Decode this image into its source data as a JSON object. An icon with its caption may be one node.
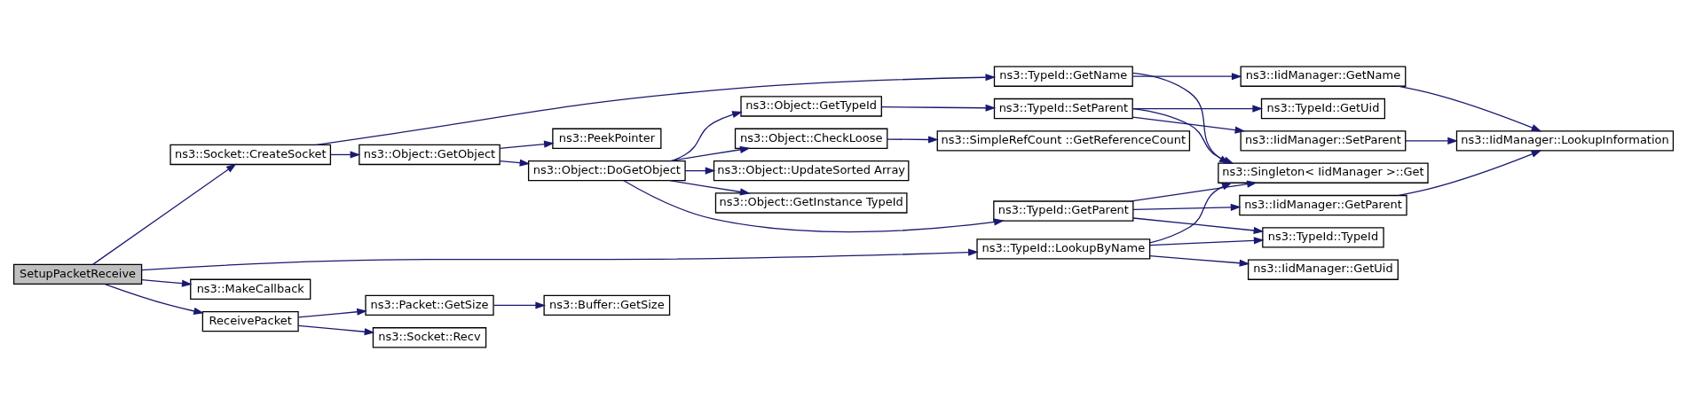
{
  "diagram": {
    "nodes": [
      {
        "text": [
          "SetupPacketReceive"
        ]
      },
      {
        "text": [
          "ns3::Socket::CreateSocket"
        ]
      },
      {
        "text": [
          "ns3::MakeCallback"
        ]
      },
      {
        "text": [
          "ReceivePacket"
        ]
      },
      {
        "text": [
          "ns3::TypeId::LookupByName"
        ]
      },
      {
        "text": [
          "ns3::Object::GetObject"
        ]
      },
      {
        "text": [
          "ns3::TypeId::GetName"
        ]
      },
      {
        "text": [
          "ns3::PeekPointer"
        ]
      },
      {
        "text": [
          "ns3::Object::DoGetObject"
        ]
      },
      {
        "text": [
          "ns3::Object::GetInstance TypeId"
        ]
      },
      {
        "text": [
          "ns3::Object::GetTypeId"
        ]
      },
      {
        "text": [
          "ns3::Object::UpdateSorted Array"
        ]
      },
      {
        "text": [
          "ns3::Object::CheckLoose"
        ]
      },
      {
        "text": [
          "ns3::TypeId::GetParent"
        ]
      },
      {
        "text": [
          "ns3::SimpleRefCount ::GetReferenceCount"
        ]
      },
      {
        "text": [
          "ns3::TypeId::SetParent"
        ]
      },
      {
        "text": [
          "ns3::IidManager::GetName"
        ]
      },
      {
        "text": [
          "ns3::TypeId::GetUid"
        ]
      },
      {
        "text": [
          "ns3::IidManager::SetParent"
        ]
      },
      {
        "text": [
          "ns3::Singleton< IidManager >::Get"
        ]
      },
      {
        "text": [
          "ns3::IidManager::GetParent"
        ]
      },
      {
        "text": [
          "ns3::TypeId::TypeId"
        ]
      },
      {
        "text": [
          "ns3::IidManager::GetUid"
        ]
      },
      {
        "text": [
          "ns3::IidManager::LookupInformation"
        ]
      },
      {
        "text": [
          "ns3::Socket::Recv"
        ]
      },
      {
        "text": [
          "ns3::Packet::GetSize"
        ]
      },
      {
        "text": [
          "ns3::Buffer::GetSize"
        ]
      }
    ],
    "edges": [
      {
        "from": 0,
        "to": 1,
        "arrow": "to"
      },
      {
        "from": 0,
        "to": 4,
        "arrow": "to"
      },
      {
        "from": 0,
        "to": 2,
        "arrow": "to"
      },
      {
        "from": 0,
        "to": 3,
        "arrow": "to"
      },
      {
        "from": 1,
        "to": 6,
        "arrow": "to"
      },
      {
        "from": 1,
        "to": 5,
        "arrow": "to"
      },
      {
        "from": 5,
        "to": 7,
        "arrow": "to"
      },
      {
        "from": 5,
        "to": 8,
        "arrow": "to"
      },
      {
        "from": 8,
        "to": 9,
        "arrow": "to"
      },
      {
        "from": 8,
        "to": 10,
        "arrow": "to"
      },
      {
        "from": 8,
        "to": 11,
        "arrow": "to"
      },
      {
        "from": 8,
        "to": 12,
        "arrow": "to"
      },
      {
        "from": 8,
        "to": 13,
        "arrow": "to"
      },
      {
        "from": 10,
        "to": 15,
        "arrow": "to"
      },
      {
        "from": 12,
        "to": 14,
        "arrow": "to"
      },
      {
        "from": 6,
        "to": 16,
        "arrow": "to"
      },
      {
        "from": 6,
        "to": 19,
        "arrow": "to"
      },
      {
        "from": 15,
        "to": 17,
        "arrow": "to"
      },
      {
        "from": 15,
        "to": 18,
        "arrow": "to"
      },
      {
        "from": 15,
        "to": 19,
        "arrow": "to"
      },
      {
        "from": 16,
        "to": 23,
        "arrow": "to"
      },
      {
        "from": 18,
        "to": 23,
        "arrow": "to"
      },
      {
        "from": 13,
        "to": 19,
        "arrow": "to"
      },
      {
        "from": 13,
        "to": 20,
        "arrow": "to"
      },
      {
        "from": 13,
        "to": 21,
        "arrow": "to"
      },
      {
        "from": 20,
        "to": 23,
        "arrow": "to"
      },
      {
        "from": 4,
        "to": 21,
        "arrow": "to"
      },
      {
        "from": 4,
        "to": 22,
        "arrow": "to"
      },
      {
        "from": 4,
        "to": 19,
        "arrow": "to"
      },
      {
        "from": 3,
        "to": 24,
        "arrow": "to"
      },
      {
        "from": 3,
        "to": 25,
        "arrow": "to"
      },
      {
        "from": 25,
        "to": 26,
        "arrow": "to"
      }
    ]
  }
}
